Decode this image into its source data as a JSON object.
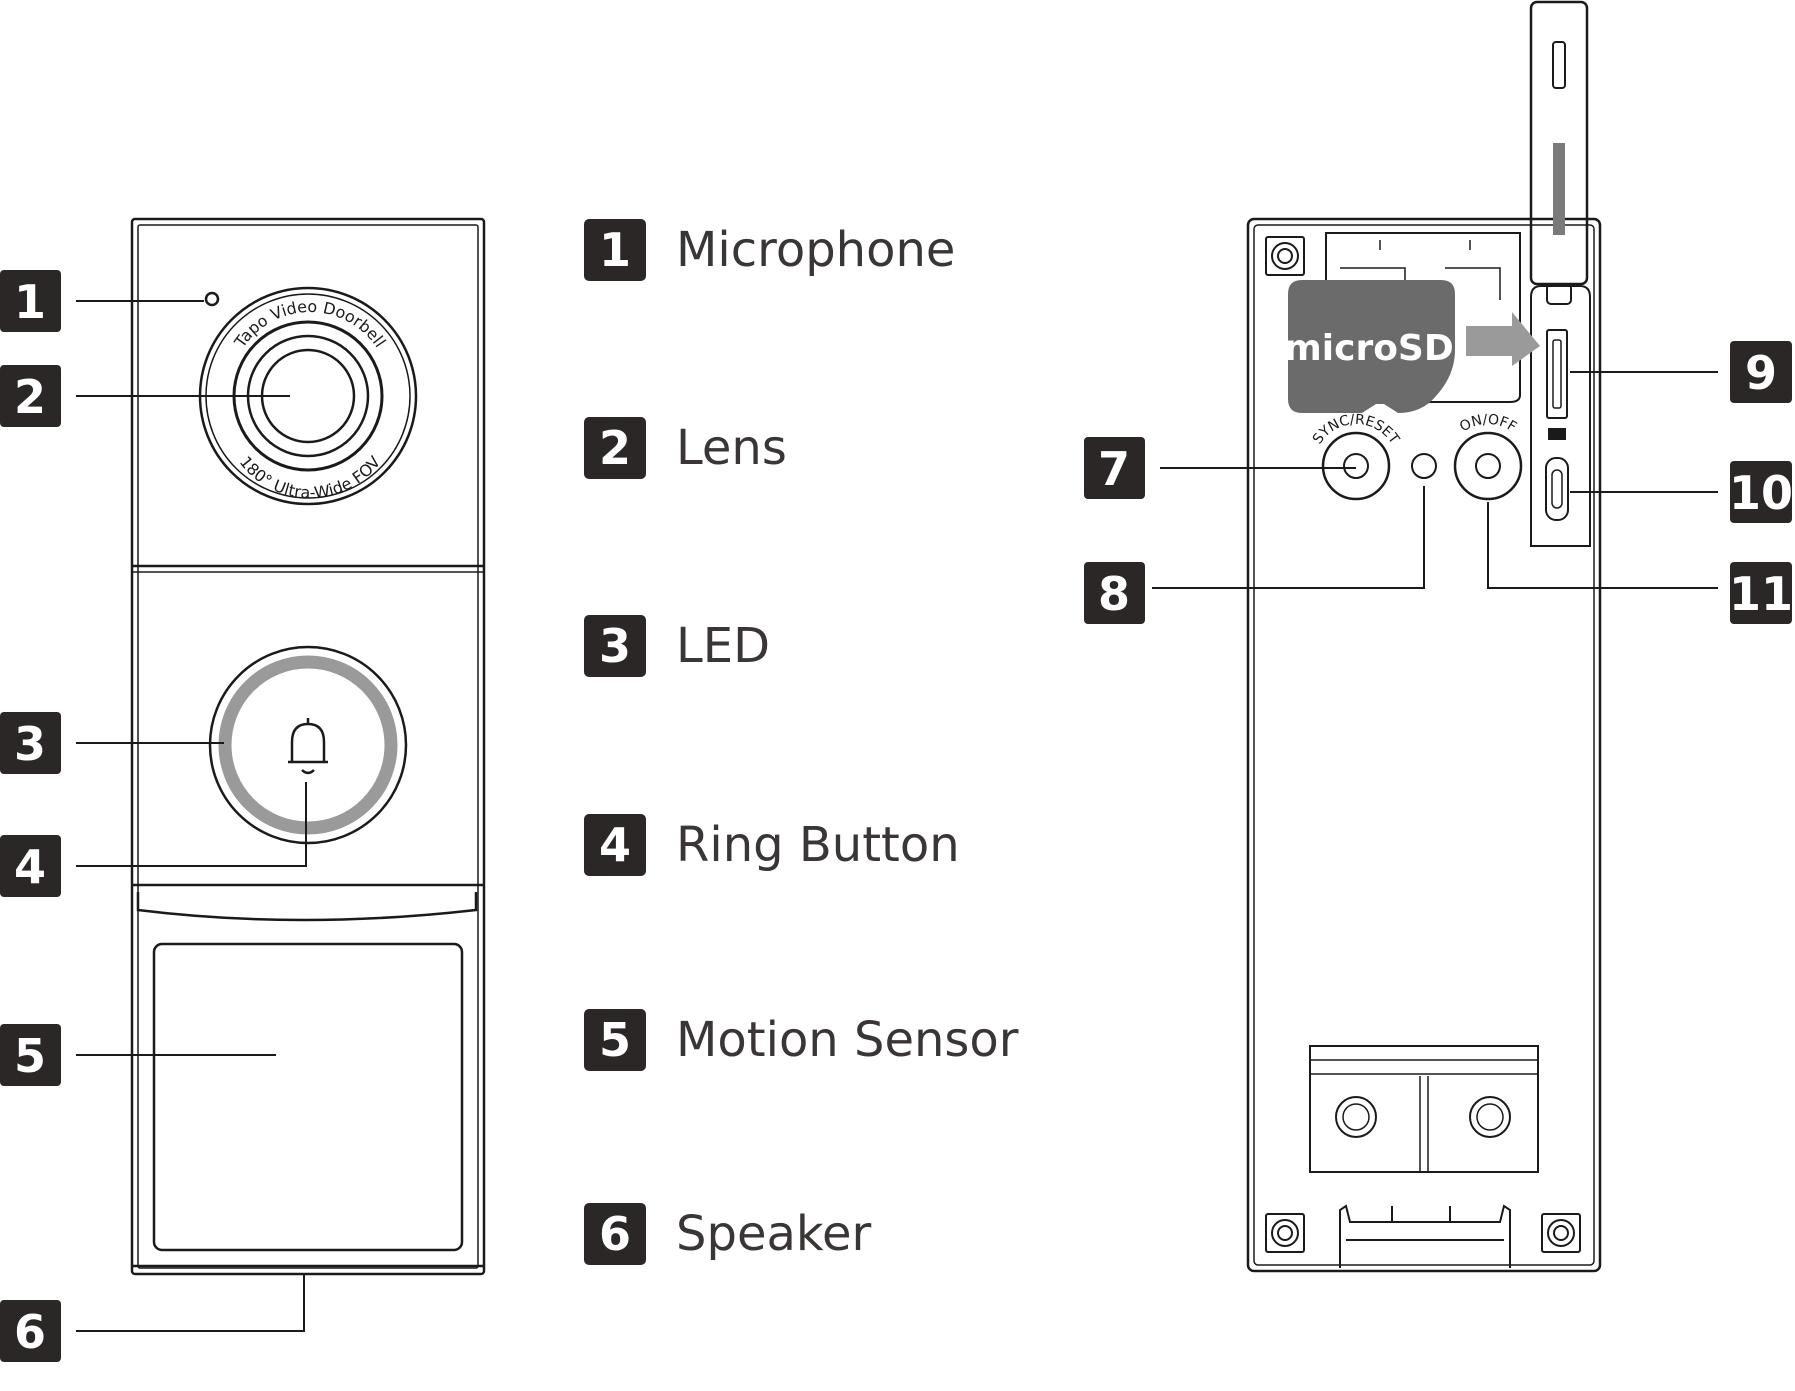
{
  "front_callouts": [
    {
      "num": "1"
    },
    {
      "num": "2"
    },
    {
      "num": "3"
    },
    {
      "num": "4"
    },
    {
      "num": "5"
    },
    {
      "num": "6"
    }
  ],
  "back_callouts": [
    {
      "num": "7"
    },
    {
      "num": "8"
    },
    {
      "num": "9"
    },
    {
      "num": "10"
    },
    {
      "num": "11"
    }
  ],
  "legend": [
    {
      "num": "1",
      "label": "Microphone"
    },
    {
      "num": "2",
      "label": "Lens"
    },
    {
      "num": "3",
      "label": "LED"
    },
    {
      "num": "4",
      "label": "Ring Button"
    },
    {
      "num": "5",
      "label": "Motion Sensor"
    },
    {
      "num": "6",
      "label": "Speaker"
    }
  ],
  "lens_ring_text_top": "Tapo Video Doorbell",
  "lens_ring_text_bottom": "180° Ultra-Wide FOV",
  "sync_reset_label": "SYNC/RESET",
  "on_off_label": "ON/OFF",
  "microsd_label": "microSD",
  "colors": {
    "badge": "#2b2727",
    "line": "#1a1a1a",
    "led_ring": "#9a9a9a",
    "card": "#6b6b6b"
  }
}
